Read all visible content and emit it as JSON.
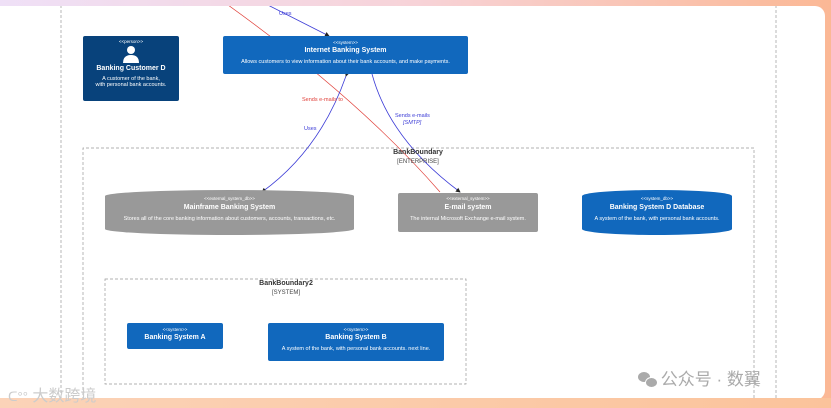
{
  "colors": {
    "person": "#08427b",
    "system": "#1168bd",
    "external": "#999999",
    "uses": "#3b3bd6",
    "sends": "#e0403a"
  },
  "person": {
    "stereotype": "<<person>>",
    "name": "Banking Customer D",
    "description_lines": [
      "A customer of the bank,",
      "with personal bank accounts."
    ],
    "icon": "person-icon"
  },
  "internet_banking": {
    "stereotype": "<<system>>",
    "name": "Internet Banking System",
    "description": "Allows customers to view information about their bank accounts, and make payments."
  },
  "bank_boundary": {
    "name": "BankBoundary",
    "type": "[ENTERPRISE]"
  },
  "mainframe": {
    "stereotype": "<<external_system_db>>",
    "name": "Mainframe Banking System",
    "description": "Stores all of the core banking information about customers, accounts, transactions, etc."
  },
  "email": {
    "stereotype": "<<external_system>>",
    "name": "E-mail system",
    "description": "The internal Microsoft Exchange e-mail system."
  },
  "database": {
    "stereotype": "<<system_db>>",
    "name": "Banking System D Database",
    "description": "A system of the bank, with personal bank accounts."
  },
  "bank_boundary2": {
    "name": "BankBoundary2",
    "type": "[SYSTEM]"
  },
  "system_a": {
    "stereotype": "<<system>>",
    "name": "Banking System A"
  },
  "system_b": {
    "stereotype": "<<system>>",
    "name": "Banking System B",
    "description": "A system of the bank, with personal bank accounts. next line."
  },
  "relations": {
    "uses_top": "Uses",
    "sends_to": "Sends e-mails to",
    "uses_mainframe": "Uses",
    "sends_emails": "Sends e-mails",
    "smtp": "[SMTP]"
  },
  "watermarks": {
    "left": "大数跨境",
    "right": "公众号 · 数翼"
  }
}
